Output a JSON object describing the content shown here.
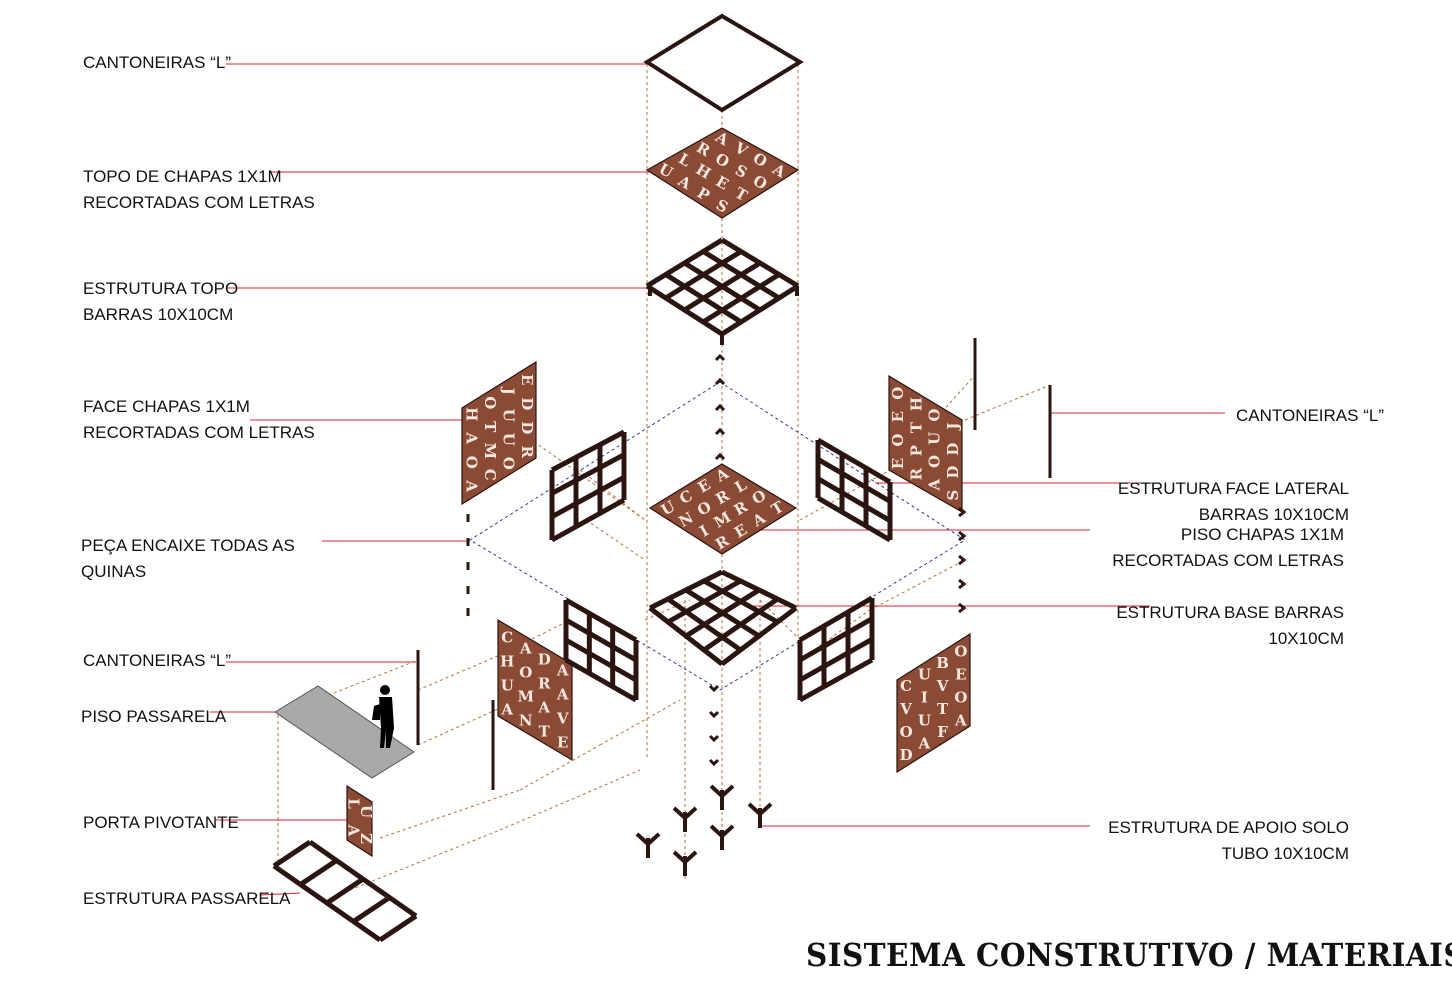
{
  "title": "SISTEMA CONSTRUTIVO / MATERIAIS",
  "colors": {
    "steel": "#2b1510",
    "corten": "#8b4a33",
    "leader": "#d9232a",
    "guide_orange": "#b8703d",
    "guide_blue": "#2c3aa0",
    "walkway": "#a9a9a9"
  },
  "labels": {
    "cantoneiras_top": [
      "CANTONEIRAS “L”"
    ],
    "topo_chapas": [
      "TOPO DE CHAPAS 1X1M",
      "RECORTADAS COM LETRAS"
    ],
    "estrutura_topo": [
      "ESTRUTURA TOPO",
      "BARRAS 10X10CM"
    ],
    "face_chapas": [
      "FACE CHAPAS 1X1M",
      "RECORTADAS COM LETRAS"
    ],
    "peca_encaixe": [
      "PEÇA ENCAIXE TODAS AS",
      "QUINAS"
    ],
    "cantoneiras_left": [
      "CANTONEIRAS “L”"
    ],
    "piso_passarela": [
      "PISO PASSARELA"
    ],
    "porta_pivotante": [
      "PORTA PIVOTANTE"
    ],
    "estrutura_passarela": [
      "ESTRUTURA PASSARELA"
    ],
    "cantoneiras_right": [
      "CANTONEIRAS “L”"
    ],
    "estrutura_face_lateral": [
      "ESTRUTURA FACE LATERAL",
      "BARRAS 10X10CM"
    ],
    "piso_chapas": [
      "PISO CHAPAS 1X1M",
      "RECORTADAS COM LETRAS"
    ],
    "estrutura_base": [
      "ESTRUTURA BASE BARRAS",
      "10X10CM"
    ],
    "estrutura_apoio": [
      "ESTRUTURA DE APOIO SOLO",
      "TUBO 10X10CM"
    ]
  },
  "panel_letters": {
    "top_sheet": [
      "A",
      "V",
      "O",
      "A",
      "R",
      "O",
      "S",
      "O",
      "L",
      "H",
      "E",
      "T",
      "U",
      "A",
      "P",
      "S"
    ],
    "left_face": [
      "H",
      "O",
      "J",
      "E",
      "A",
      "T",
      "U",
      "D",
      "O",
      "M",
      "U",
      "D",
      "A",
      "C",
      "O",
      "R"
    ],
    "right_face": [
      "O",
      "H",
      "O",
      "J",
      "E",
      "T",
      "U",
      "D",
      "O",
      "P",
      "O",
      "D",
      "E",
      "R",
      "A",
      "S"
    ],
    "floor_sheet": [
      "A",
      "L",
      "O",
      "T",
      "E",
      "R",
      "R",
      "A",
      "C",
      "O",
      "M",
      "E",
      "U",
      "N",
      "I",
      "R"
    ],
    "lower_left_face": [
      "C",
      "A",
      "D",
      "A",
      "H",
      "O",
      "R",
      "A",
      "U",
      "M",
      "A",
      "V",
      "A",
      "N",
      "T",
      "E"
    ],
    "lower_right_face": [
      "C",
      "U",
      "B",
      "O",
      "V",
      "I",
      "V",
      "E",
      "O",
      "U",
      "T",
      "O",
      "D",
      "A",
      "F",
      "A"
    ],
    "door": [
      "L",
      "U",
      "A",
      "Z"
    ]
  }
}
